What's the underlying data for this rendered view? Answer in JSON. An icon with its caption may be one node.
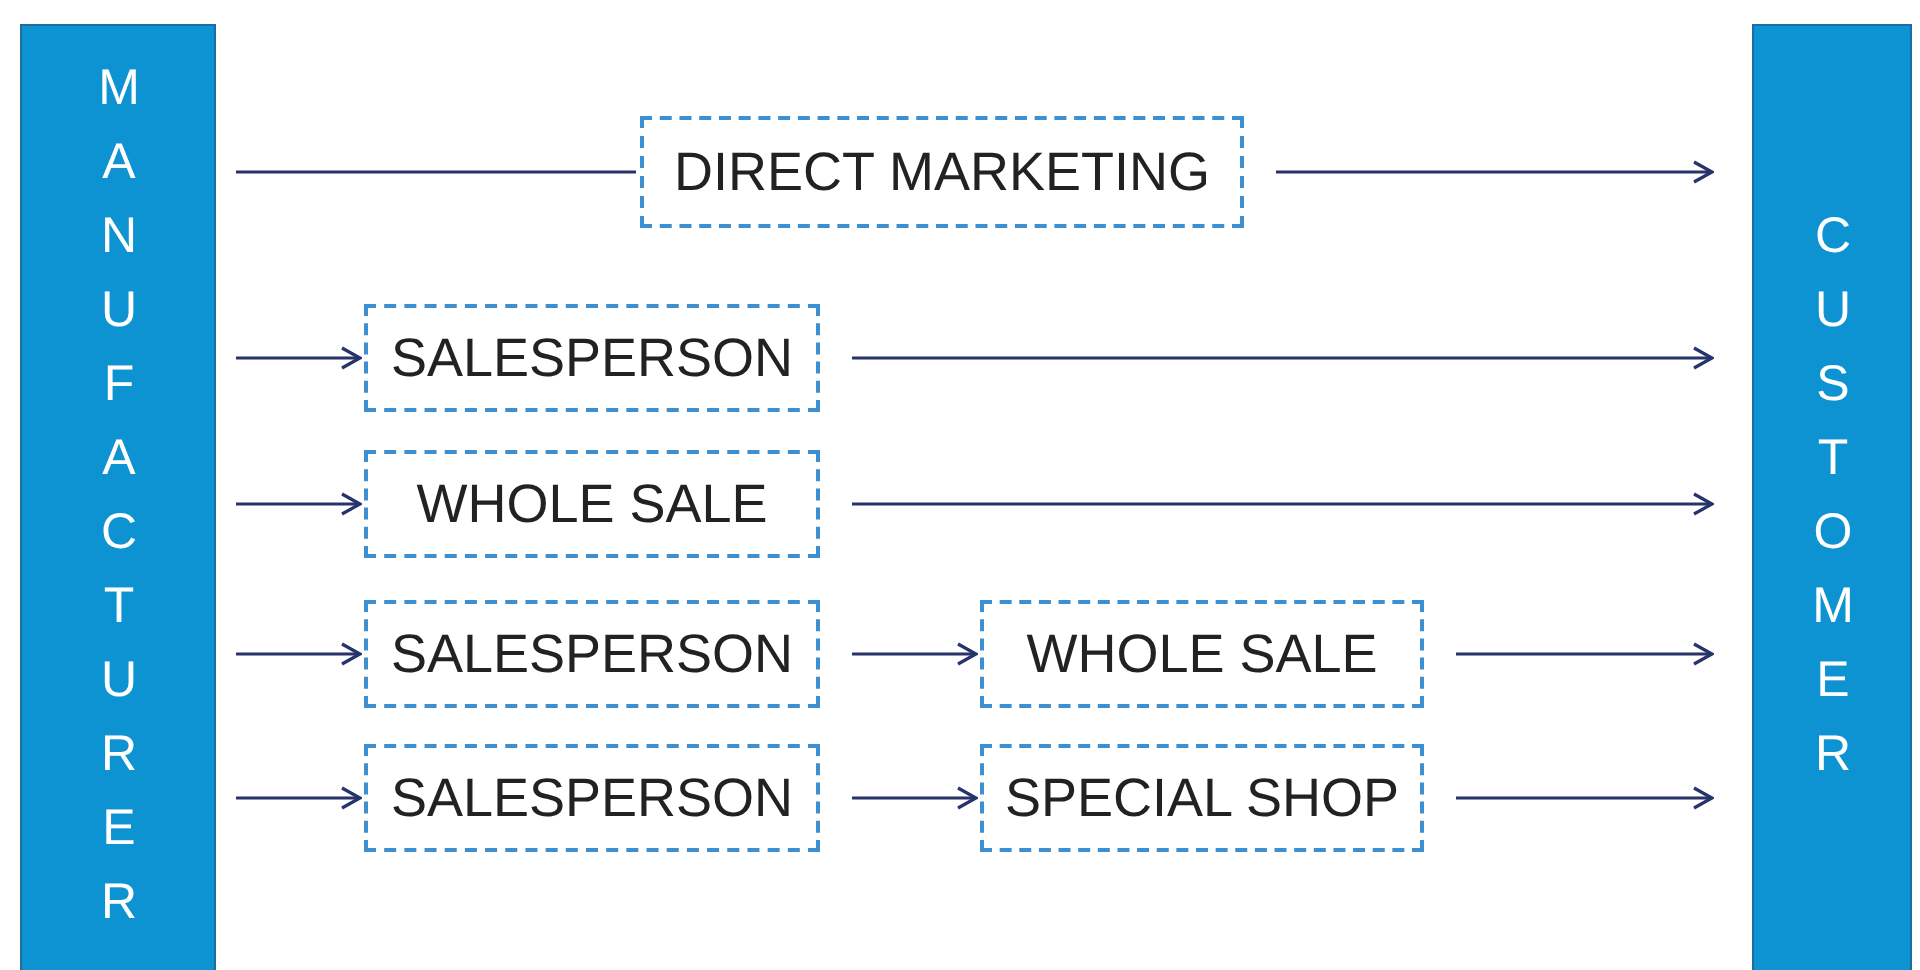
{
  "diagram": {
    "nodes": [
      {
        "text": [
          "MANUFACTURER"
        ]
      },
      {
        "text": [
          "CUSTOMER"
        ]
      },
      {
        "text": [
          "DIRECT MARKETING"
        ]
      },
      {
        "text": [
          "SALESPERSON"
        ]
      },
      {
        "text": [
          "WHOLE SALE"
        ]
      },
      {
        "text": [
          "SALESPERSON"
        ]
      },
      {
        "text": [
          "WHOLE SALE"
        ]
      },
      {
        "text": [
          "SALESPERSON"
        ]
      },
      {
        "text": [
          "SPECIAL SHOP"
        ]
      }
    ],
    "edges": [
      {
        "from": 0,
        "to": 2,
        "arrow": "none"
      },
      {
        "from": 2,
        "to": 1,
        "arrow": "to"
      },
      {
        "from": 0,
        "to": 3,
        "arrow": "to"
      },
      {
        "from": 3,
        "to": 1,
        "arrow": "to"
      },
      {
        "from": 0,
        "to": 4,
        "arrow": "to"
      },
      {
        "from": 4,
        "to": 1,
        "arrow": "to"
      },
      {
        "from": 0,
        "to": 5,
        "arrow": "to"
      },
      {
        "from": 5,
        "to": 6,
        "arrow": "to"
      },
      {
        "from": 6,
        "to": 1,
        "arrow": "to"
      },
      {
        "from": 0,
        "to": 7,
        "arrow": "to"
      },
      {
        "from": 7,
        "to": 8,
        "arrow": "to"
      },
      {
        "from": 8,
        "to": 1,
        "arrow": "to"
      }
    ]
  }
}
